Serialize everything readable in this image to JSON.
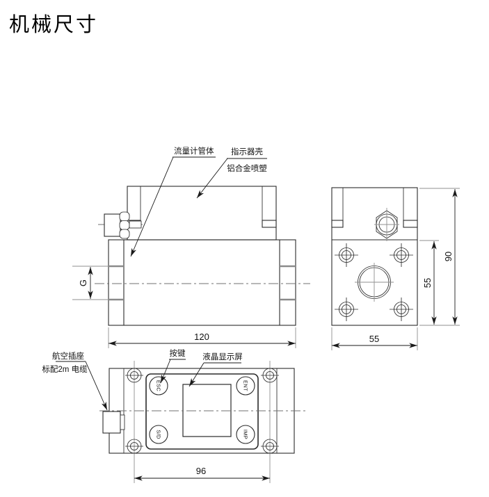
{
  "page": {
    "title": "机械尺寸"
  },
  "front_view": {
    "label_tube_body": "流量计管体",
    "label_housing_line1": "指示器壳",
    "label_housing_line2": "铝合金喷塑",
    "dim_length": "120",
    "dim_port_thread": "G"
  },
  "side_view": {
    "dim_height": "90",
    "dim_flange_height": "55",
    "dim_width": "55"
  },
  "bottom_view": {
    "label_connector_line1": "航空插座",
    "label_connector_line2": "标配2m 电缆",
    "label_keys": "按键",
    "label_lcd": "液晶显示屏",
    "buttons": {
      "esc": "ESC",
      "ent": "ENT",
      "sd": "S/D",
      "imp": "IMP"
    },
    "dim_hole_spacing": "96"
  }
}
